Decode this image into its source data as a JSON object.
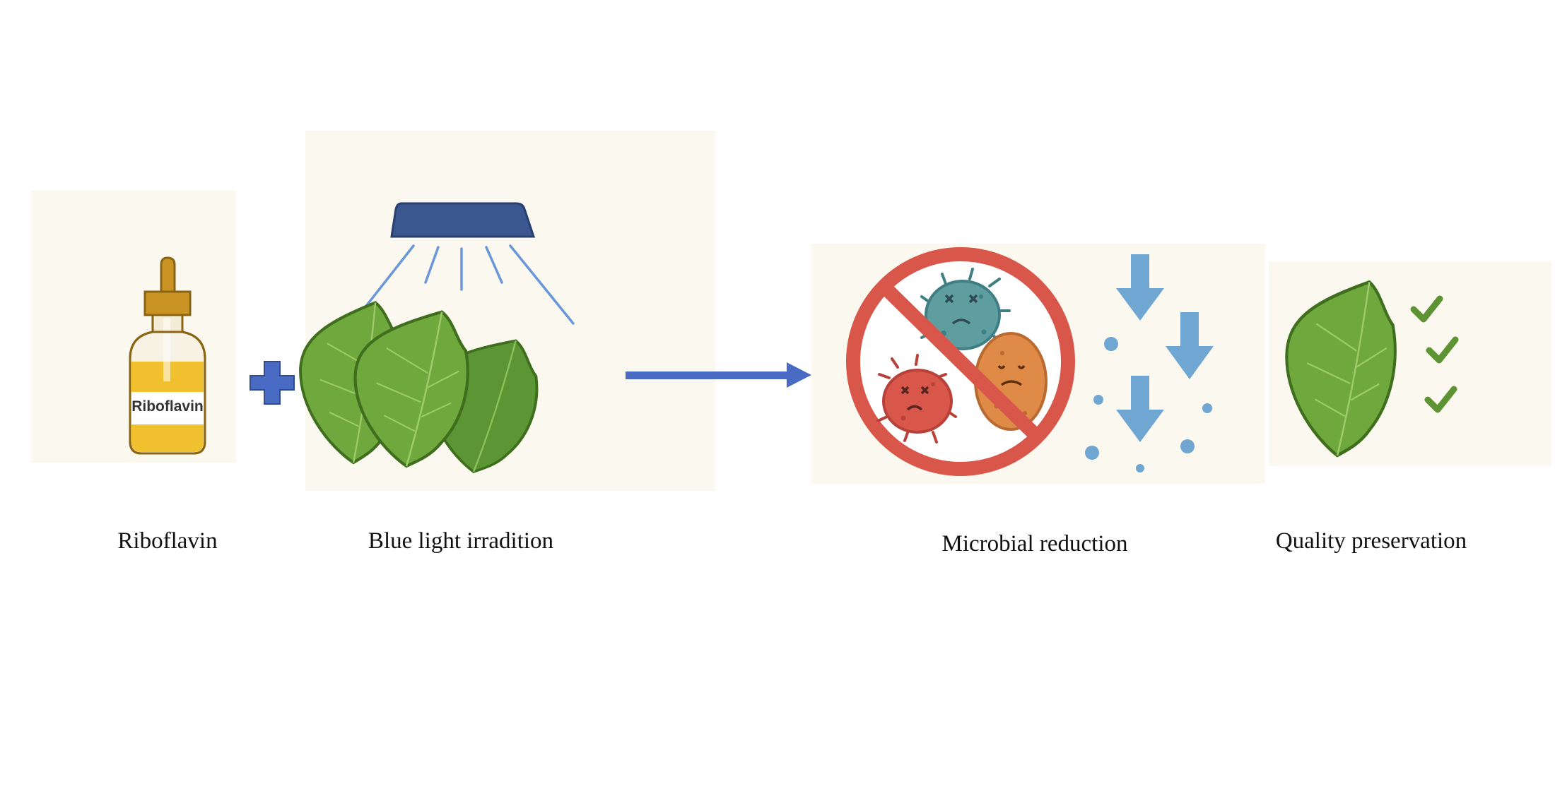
{
  "bottle": {
    "label": "Riboflavin"
  },
  "labels": {
    "riboflavin": "Riboflavin",
    "blue_light": "Blue light irradition",
    "microbial": "Microbial reduction",
    "quality": "Quality preservation"
  },
  "colors": {
    "background": "#ffffff",
    "panel": "#fbf8ef",
    "leaf_fill": "#6fa83c",
    "leaf_outline": "#3f6f1e",
    "lamp": "#3a5790",
    "light_ray": "#6a97d8",
    "plus_arrow": "#4a6bc4",
    "prohibition": "#d9574a",
    "microbe_teal": "#5e9ea0",
    "microbe_red": "#d9574a",
    "microbe_orange": "#e08a48",
    "down_arrow": "#6fa6d2",
    "check": "#5d9332",
    "bottle_gold": "#c99423",
    "bottle_liquid": "#f0c02f"
  },
  "icons": [
    "dropper-bottle-icon",
    "plus-icon",
    "lamp-icon",
    "leaf-icon",
    "process-arrow-icon",
    "prohibition-icon",
    "microbe-icon",
    "down-arrow-icon",
    "checkmark-icon"
  ]
}
